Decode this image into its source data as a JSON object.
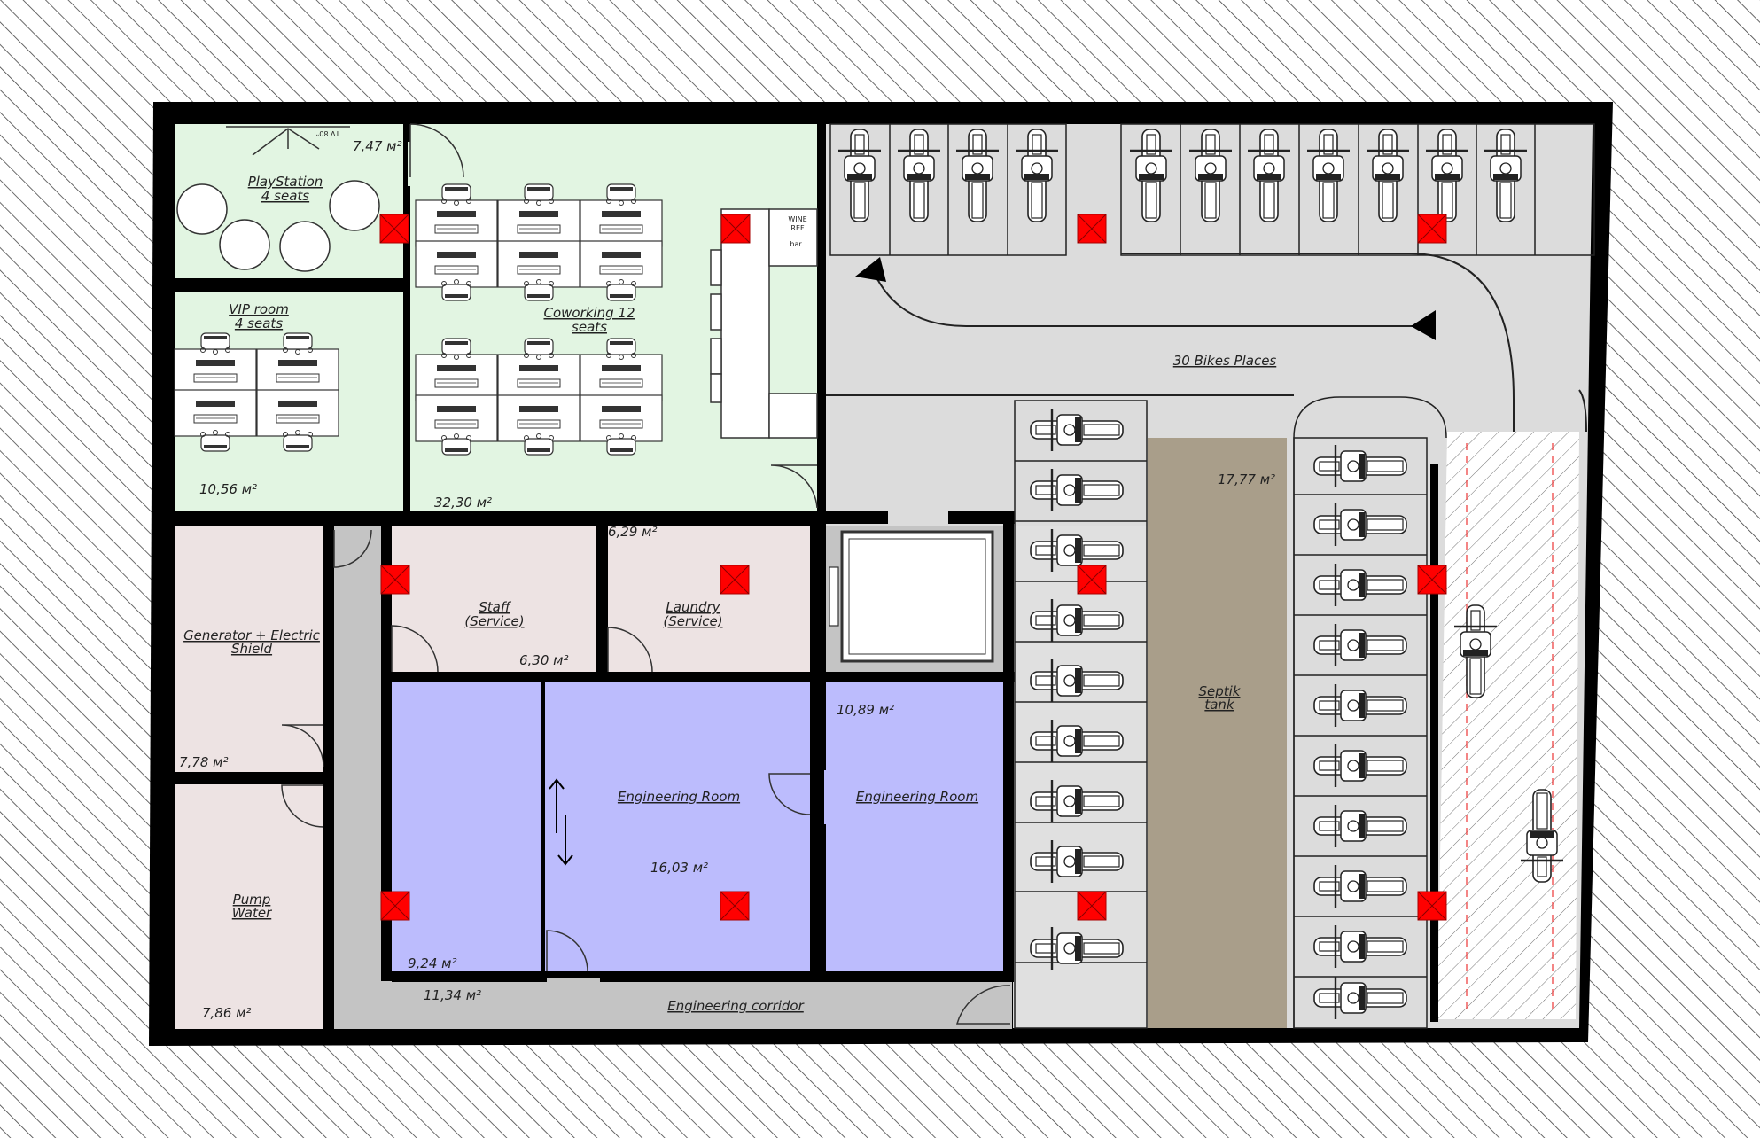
{
  "rooms": {
    "playstation": {
      "name": "PlayStation",
      "seats": "4 seats",
      "area": "7,47 м²",
      "tv": "TV 80\""
    },
    "vip": {
      "name": "VIP room",
      "seats": "4 seats",
      "area": "10,56 м²"
    },
    "coworking": {
      "name": "Coworking 12",
      "seats": "seats",
      "area": "32,30 м²"
    },
    "bar": {
      "wine": "WINE",
      "ref": "REF",
      "bar": "bar"
    },
    "generator": {
      "line1": "Generator + Electric",
      "line2": "Shield",
      "area": "7,78 м²"
    },
    "pump": {
      "line1": "Pump",
      "line2": "Water",
      "area": "7,86 м²"
    },
    "staff": {
      "line1": "Staff",
      "line2": "(Service)",
      "area": "6,30 м²"
    },
    "laundry": {
      "line1": "Laundry",
      "line2": "(Service)",
      "area": "6,29 м²"
    },
    "engineering_left": {
      "name": "Engineering Room",
      "area_a": "9,24 м²",
      "area_b": "16,03 м²"
    },
    "engineering_right": {
      "name": "Engineering Room",
      "area": "10,89 м²"
    },
    "corridor": {
      "name": "Engineering corridor",
      "area": "11,34 м²"
    },
    "parking": {
      "name": "30 Bikes Places"
    },
    "septik": {
      "line1": "Septik",
      "line2": "tank",
      "area": "17,77 м²"
    }
  },
  "colors": {
    "wall": "#000000",
    "green_room": "#e2f5e2",
    "service_room": "#ede3e3",
    "engineering_room": "#bcbcfd",
    "parking_floor": "#dcdcdc",
    "corridor": "#c4c4c4",
    "septik_tank": "#a99e8a",
    "fire_marker": "#ff0000"
  },
  "icons": {
    "fire_marker": "red-square-x",
    "motorcycle": "motorcycle-topview",
    "desk": "desk-chair-topview",
    "door": "door-swing-arc",
    "arrow": "direction-arrow"
  }
}
